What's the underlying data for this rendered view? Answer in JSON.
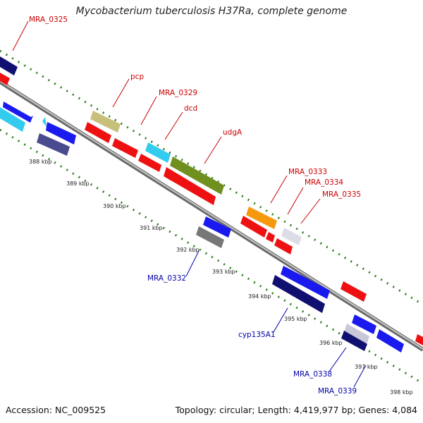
{
  "title": "Mycobacterium tuberculosis H37Ra, complete genome",
  "footer": {
    "accession": "Accession: NC_009525",
    "summary": "Topology: circular; Length: 4,419,977 bp; Genes: 4,084"
  },
  "scale_labels": [
    "388 kbp",
    "389 kbp",
    "390 kbp",
    "391 kbp",
    "392 kbp",
    "393 kbp",
    "394 kbp",
    "395 kbp",
    "396 kbp",
    "397 kbp",
    "398 kbp"
  ],
  "gene_labels": {
    "mra_0325": "MRA_0325",
    "pcp": "pcp",
    "mra_0329": "MRA_0329",
    "dcd": "dcd",
    "udga": "udgA",
    "mra_0333": "MRA_0333",
    "mra_0334": "MRA_0334",
    "mra_0335": "MRA_0335",
    "mra_0332": "MRA_0332",
    "cyp135a1": "cyp135A1",
    "mra_0338": "MRA_0338",
    "mra_0339": "MRA_0339"
  },
  "colors": {
    "forward_label": "#cc0000",
    "reverse_label": "#0000aa",
    "backbone": "#9a9a9a",
    "tick": "#2e7d1e",
    "red": "#ee1111",
    "blue": "#1a1aee",
    "navy": "#101070",
    "cyan": "#33ccee",
    "olive": "#c8bf7a",
    "green": "#6f8f1f",
    "orange": "#f5980e",
    "grey": "#777777",
    "slate": "#4a4a8e"
  }
}
